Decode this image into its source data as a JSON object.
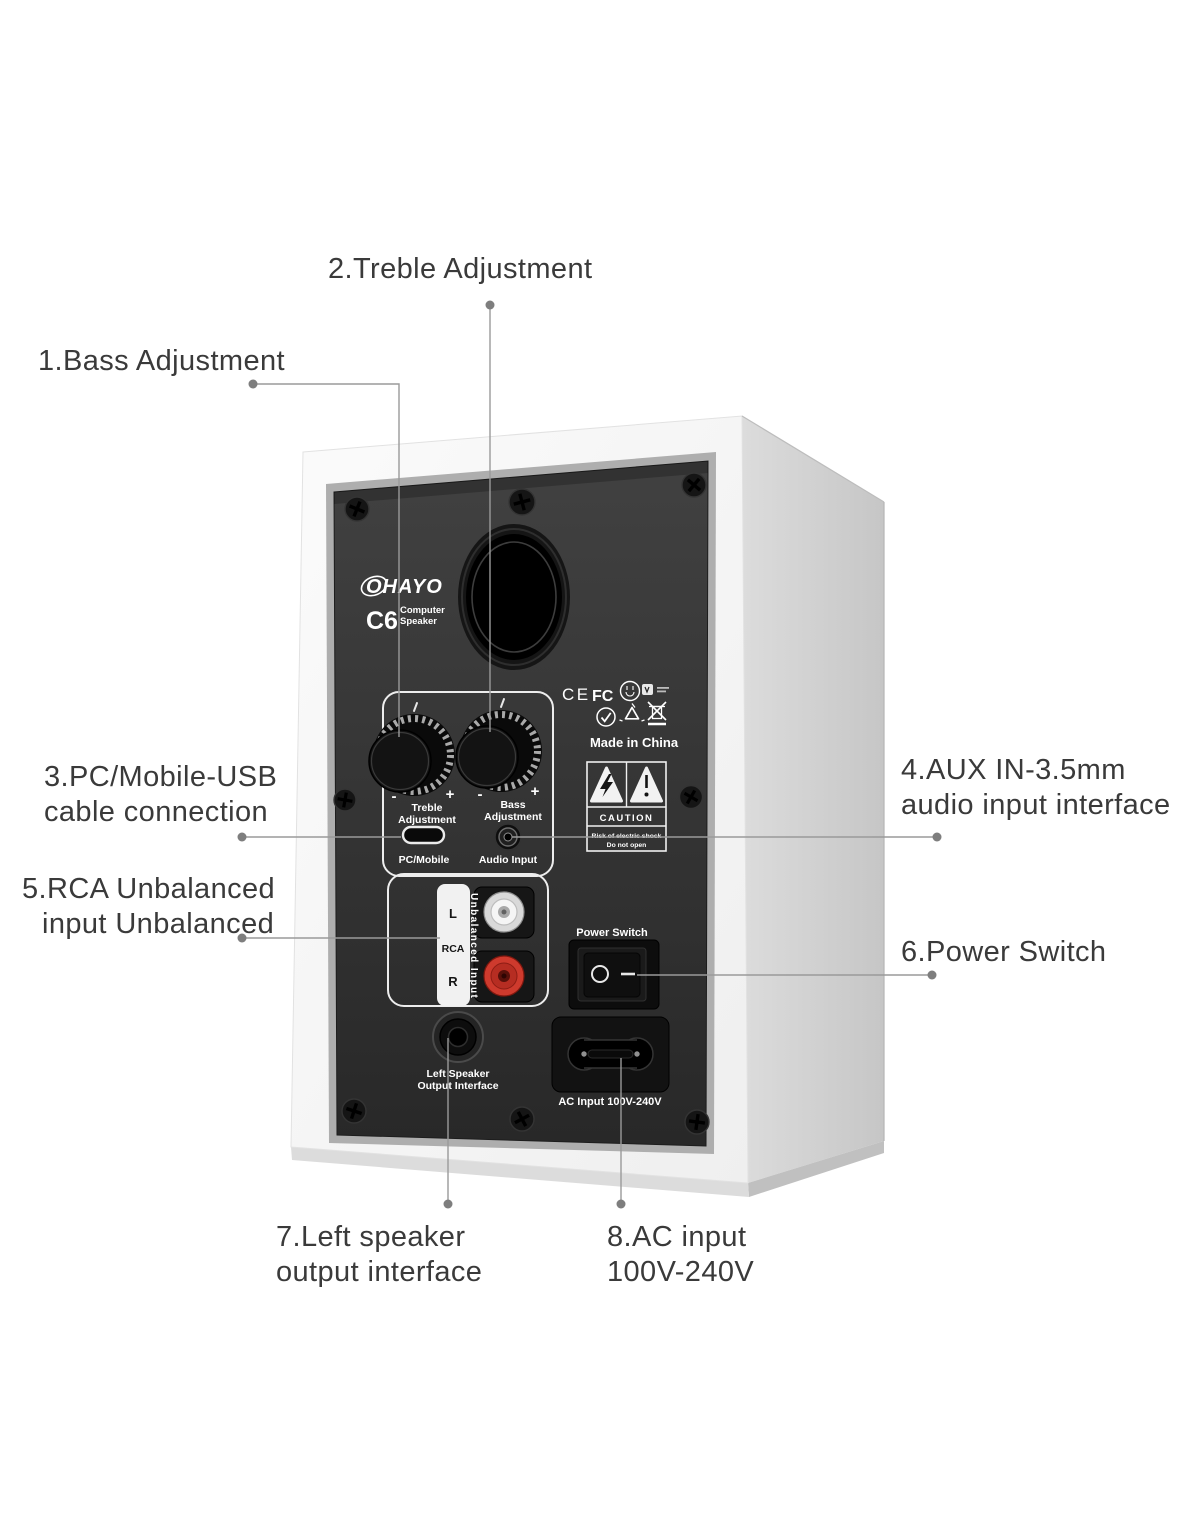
{
  "annotations": {
    "bass": {
      "line1": "1.Bass Adjustment"
    },
    "treble": {
      "line1": "2.Treble Adjustment"
    },
    "usb": {
      "line1": "3.PC/Mobile-USB",
      "line2": "cable connection"
    },
    "aux": {
      "line1": "4.AUX IN-3.5mm",
      "line2": "audio input interface"
    },
    "rca": {
      "line1": "5.RCA Unbalanced",
      "line2": "input Unbalanced"
    },
    "power": {
      "line1": "6.Power Switch"
    },
    "left_speaker": {
      "line1": "7.Left speaker",
      "line2": "output interface"
    },
    "ac": {
      "line1": "8.AC input",
      "line2": "100V-240V"
    }
  },
  "panel": {
    "brand": "OHAYO",
    "model": "C6",
    "model_desc1": "Computer",
    "model_desc2": "Speaker",
    "treble_line1": "Treble",
    "treble_line2": "Adjustment",
    "bass_line1": "Bass",
    "bass_line2": "Adjustment",
    "minus": "-",
    "plus": "+",
    "usb_label": "PC/Mobile",
    "audio_label": "Audio Input",
    "cert_ce": "CE",
    "cert_fcc": "FC",
    "made_in": "Made in China",
    "caution_title": "CAUTION",
    "caution_line1": "Risk of electric shock",
    "caution_line2": "Do not open",
    "power_switch_label": "Power Switch",
    "rca_l": "L",
    "rca_label": "RCA",
    "rca_r": "R",
    "rca_vertical": "Unbalanced Input",
    "output_line1": "Left Speaker",
    "output_line2": "Output Interface",
    "ac_label": "AC Input 100V-240V"
  },
  "colors": {
    "label_text": "#3a3a3a",
    "leader_line": "#9a9a9a",
    "leader_dot": "#7e7e7e",
    "cabinet_back": "#f7f7f7",
    "cabinet_side": "#cfcfcf",
    "panel_dark": "#333333",
    "panel_text": "#ffffff",
    "rca_red": "#ce3a2d",
    "rca_white": "#f5f5f5"
  }
}
